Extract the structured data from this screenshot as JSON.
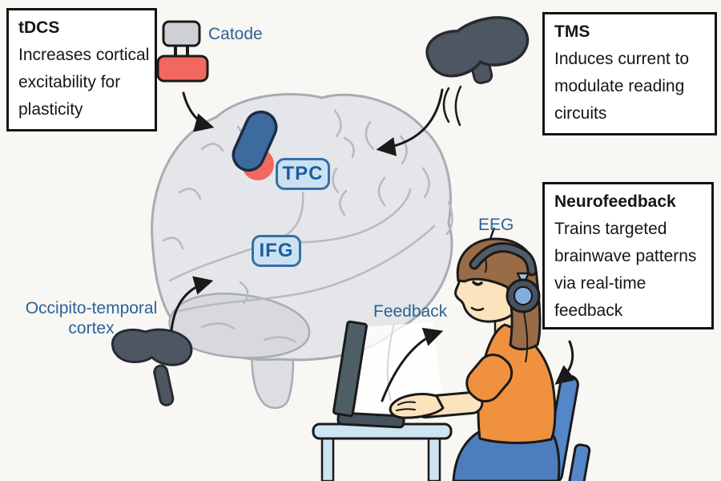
{
  "boxes": {
    "tdcs": {
      "title": "tDCS",
      "lines": [
        "Increases cortical",
        "excitability for",
        "plasticity"
      ]
    },
    "tms": {
      "title": "TMS",
      "lines": [
        "Induces current to",
        "modulate reading",
        "circuits"
      ]
    },
    "neurofeedback": {
      "title": "Neurofeedback",
      "lines": [
        "Trains targeted",
        "brainwave patterns",
        "via real-time",
        "feedback"
      ]
    }
  },
  "labels": {
    "catode": "Catode",
    "eeg": "EEG",
    "feedback": "Feedback",
    "occipito_line1": "Occipito-temporal",
    "occipito_line2": "cortex",
    "tpc": "TPC",
    "ifg": "IFG"
  },
  "colors": {
    "background": "#f8f7f4",
    "label_blue": "#2b6398",
    "chip_fill": "#cbe1f2",
    "chip_border": "#3370aa",
    "chip_text": "#1d5f9e",
    "brain_fill": "#e4e6e9",
    "brain_outline": "#a9acb2",
    "coil_dark": "#4e5662",
    "electrode_red": "#f1685e",
    "electrode_gray": "#cdd1d5",
    "pill_blue": "#3e6b9e",
    "shirt_orange": "#f0913f",
    "jeans_blue": "#4d7dbd",
    "chair_blue": "#5586c8",
    "skin": "#fbe3bd",
    "hair_brown": "#9a6b47",
    "headphone_blue": "#85aede",
    "desk_blue": "#cfe4f2"
  }
}
